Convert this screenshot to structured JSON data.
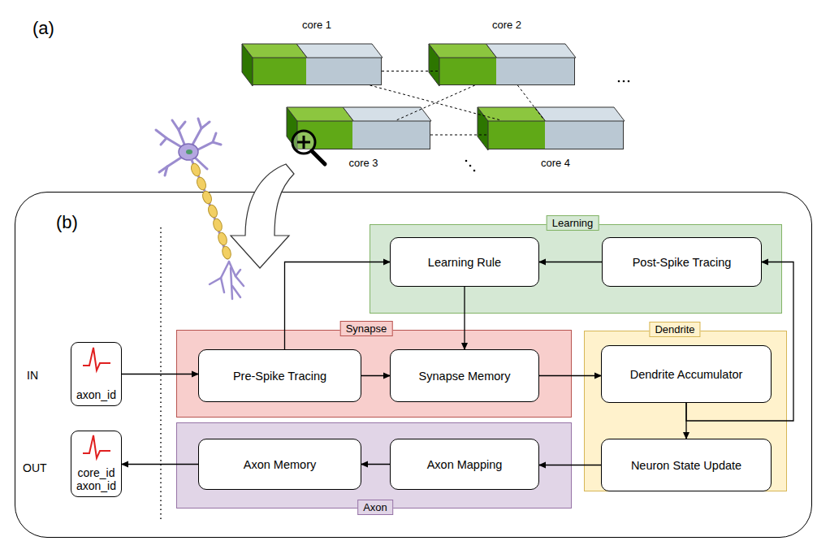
{
  "diagram": {
    "nodes": [
      {
        "text": [
          "core 1"
        ]
      },
      {
        "text": [
          "core 2"
        ]
      },
      {
        "text": [
          "core 3"
        ]
      },
      {
        "text": [
          "core 4"
        ]
      },
      {
        "text": [
          "(b)"
        ]
      },
      {
        "text": [
          "Learning"
        ],
        "in": 4
      },
      {
        "text": [
          "Learning Rule"
        ],
        "in": 5
      },
      {
        "text": [
          "Post-Spike Tracing"
        ],
        "in": 5
      },
      {
        "text": [
          "Synapse"
        ],
        "in": 4
      },
      {
        "text": [
          "Pre-Spike Tracing"
        ],
        "in": 8
      },
      {
        "text": [
          "Synapse Memory"
        ],
        "in": 8
      },
      {
        "text": [
          "Dendrite"
        ],
        "in": 4
      },
      {
        "text": [
          "Dendrite Accumulator"
        ],
        "in": 11
      },
      {
        "text": [
          "Neuron State Update"
        ],
        "in": 11
      },
      {
        "text": [
          "Axon"
        ],
        "in": 4
      },
      {
        "text": [
          "Axon Memory"
        ],
        "in": 14
      },
      {
        "text": [
          "Axon Mapping"
        ],
        "in": 14
      },
      {
        "text": [
          "axon_id"
        ],
        "in": 4
      },
      {
        "text": [
          "core_id axon_id"
        ],
        "in": 4
      }
    ],
    "edges": [
      {
        "from": 0,
        "to": 1,
        "arrow": "none"
      },
      {
        "from": 0,
        "to": 3,
        "arrow": "none"
      },
      {
        "from": 1,
        "to": 2,
        "arrow": "none"
      },
      {
        "from": 2,
        "to": 3,
        "arrow": "none"
      },
      {
        "from": 1,
        "to": 3,
        "arrow": "none"
      },
      {
        "from": 17,
        "to": 9,
        "arrow": "to"
      },
      {
        "from": 9,
        "to": 10,
        "arrow": "to"
      },
      {
        "from": 9,
        "to": 6,
        "arrow": "to"
      },
      {
        "from": 7,
        "to": 6,
        "arrow": "to"
      },
      {
        "from": 6,
        "to": 10,
        "arrow": "to"
      },
      {
        "from": 10,
        "to": 12,
        "arrow": "to"
      },
      {
        "from": 12,
        "to": 13,
        "arrow": "to"
      },
      {
        "from": 12,
        "to": 7,
        "arrow": "to"
      },
      {
        "from": 13,
        "to": 16,
        "arrow": "to"
      },
      {
        "from": 16,
        "to": 15,
        "arrow": "to"
      },
      {
        "from": 15,
        "to": 18,
        "arrow": "to"
      }
    ],
    "labels": [
      "(a)",
      "IN",
      "OUT"
    ]
  }
}
